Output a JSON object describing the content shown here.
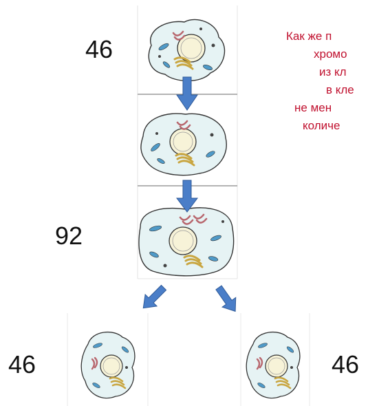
{
  "stages": [
    {
      "chromosome_count": "46"
    },
    {
      "chromosome_count": ""
    },
    {
      "chromosome_count": "92"
    }
  ],
  "daughters": [
    {
      "chromosome_count": "46"
    },
    {
      "chromosome_count": "46"
    }
  ],
  "question_lines": [
    "Как же п",
    "хромо",
    "из кл",
    "в кле",
    "не мен",
    "количе"
  ],
  "colors": {
    "question_text": "#c0102e",
    "arrow_fill": "#4a7ec8",
    "arrow_stroke": "#2f5a98",
    "cytoplasm": "#e6f3f4",
    "nucleus": "#f7f3d8",
    "golgi": "#c9a641",
    "er": "#b8676e",
    "mitochondria": "#4f9ac8"
  }
}
